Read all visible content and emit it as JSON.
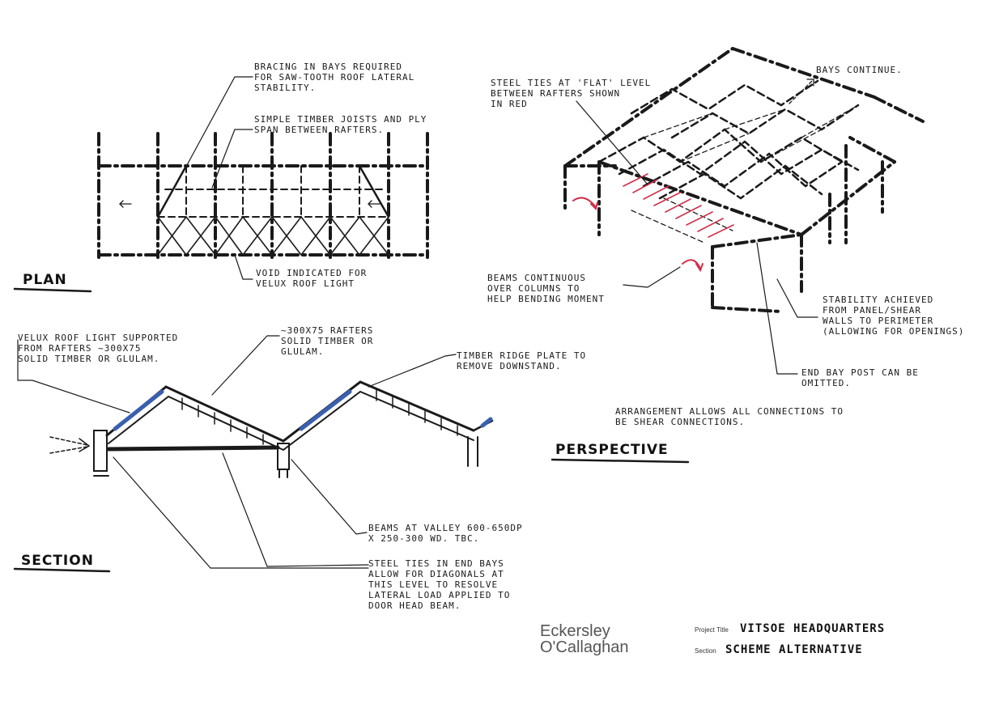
{
  "headings": {
    "plan": "Plan",
    "section": "Section",
    "perspective": "Perspective"
  },
  "notes": {
    "bracing": "Bracing in bays required\nfor saw-tooth roof lateral\nstability.",
    "joists": "Simple timber joists and ply\nspan between rafters.",
    "void": "Void indicated for\nvelux roof light",
    "velux": "Velux roof light supported\nfrom rafters ~300x75\nsolid timber or glulam.",
    "rafters": "~300x75 rafters\nsolid timber or\nglulam.",
    "ridge": "Timber ridge plate to\nremove downstand.",
    "valley_beams": "Beams at valley 600-650Dp\nx 250-300 wd. TBC.",
    "steel_ties_end": "Steel ties in end bays\nallow for diagonals at\nthis level to resolve\nlateral load applied to\ndoor head beam.",
    "steel_ties_flat": "Steel ties at 'flat' level\nbetween rafters shown\nin red",
    "bays_continue": "Bays continue.",
    "beams_continuous": "Beams continuous\nover columns to\nhelp bending moment",
    "stability": "Stability achieved\nfrom panel/shear\nwalls to perimeter\n(allowing for openings)",
    "end_bay_post": "End bay post can be\nomitted.",
    "arrangement": "Arrangement allows all connections to\nbe shear connections."
  },
  "titleblock": {
    "company_line1": "Eckersley",
    "company_line2": "O'Callaghan",
    "project_title_label": "Project Title",
    "project_title_value": "Vitsoe Headquarters",
    "section_label": "Section",
    "section_value": "Scheme Alternative"
  },
  "colors": {
    "ink": "#1a1a1a",
    "steel_ties": "#d0304a",
    "rooflight": "#3a5fb0"
  },
  "icons": [
    "bracing-arrow-icon",
    "moment-arrow-icon"
  ]
}
